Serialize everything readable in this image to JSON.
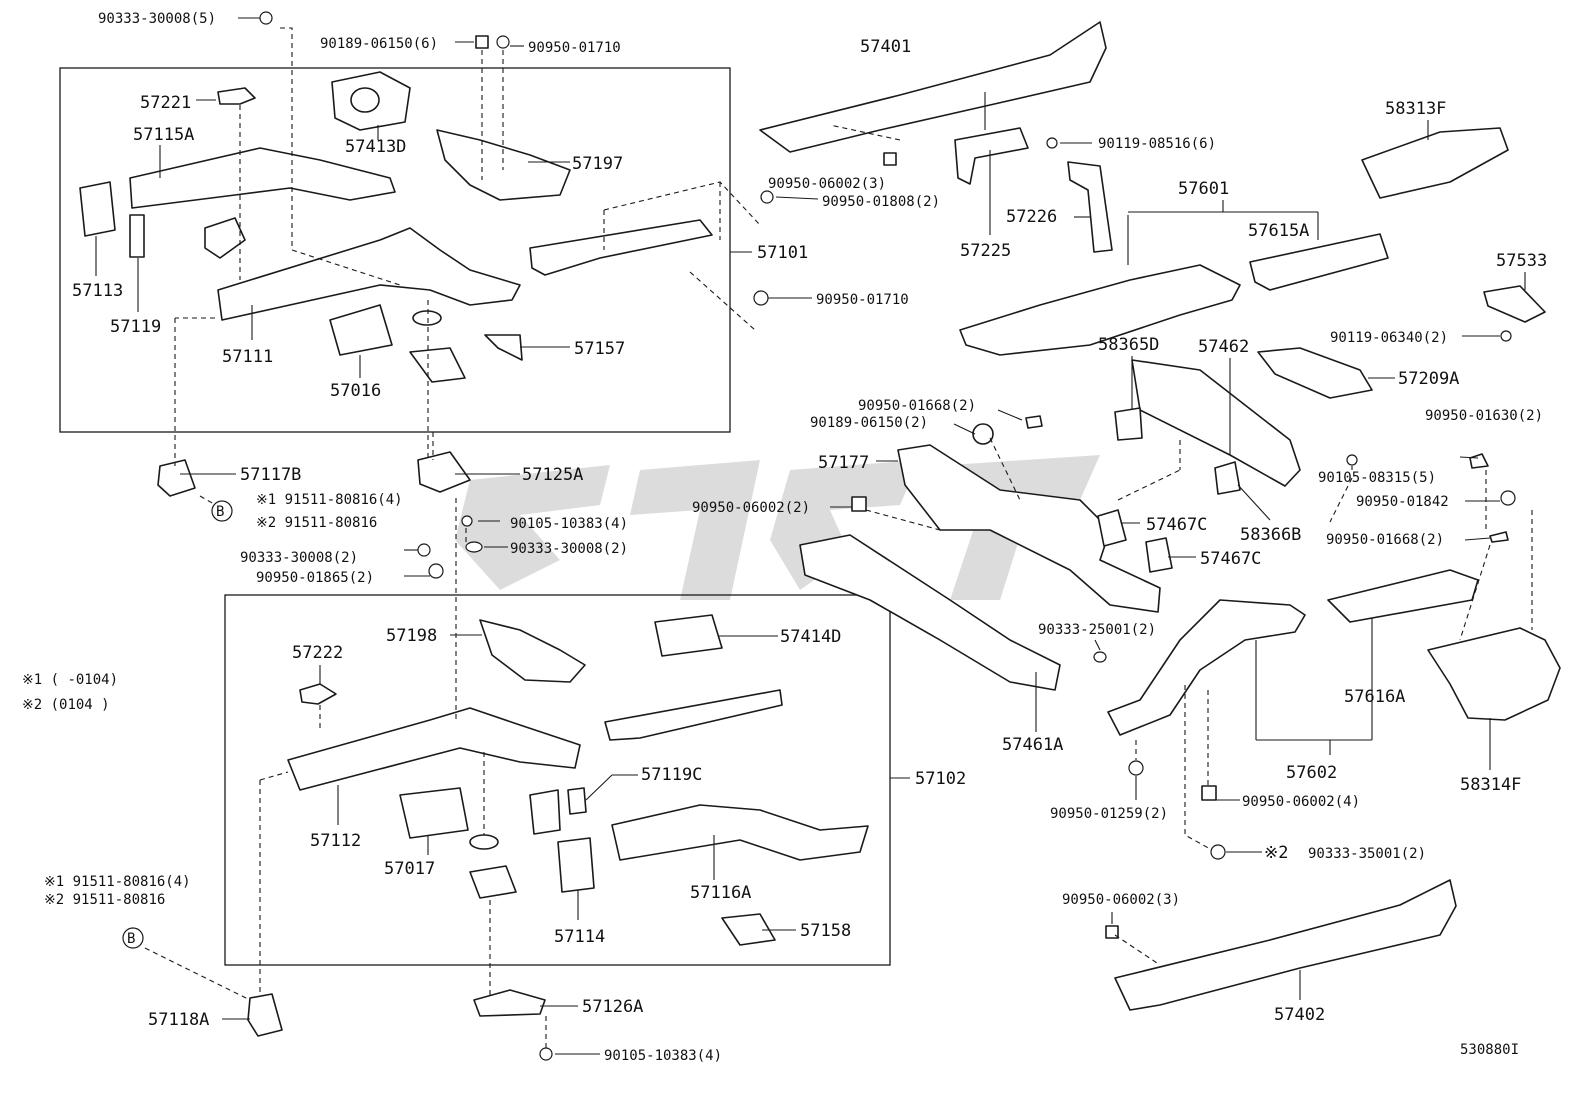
{
  "diagram_code": "530880I",
  "legend": {
    "note1": "※1 (     -0104)",
    "note2": "※2 (0104      )"
  },
  "parts": {
    "p57101": "57101",
    "p57102": "57102",
    "p57221": "57221",
    "p57115A": "57115A",
    "p57413D": "57413D",
    "p57197": "57197",
    "p57113": "57113",
    "p57119": "57119",
    "p57111": "57111",
    "p57016": "57016",
    "p57157": "57157",
    "p57117B": "57117B",
    "p57125A": "57125A",
    "p57222": "57222",
    "p57198": "57198",
    "p57414D": "57414D",
    "p57119C": "57119C",
    "p57112": "57112",
    "p57017": "57017",
    "p57116A": "57116A",
    "p57114": "57114",
    "p57158": "57158",
    "p57118A": "57118A",
    "p57126A": "57126A",
    "p57401": "57401",
    "p57225": "57225",
    "p57226": "57226",
    "p57601": "57601",
    "p57615A": "57615A",
    "p58313F": "58313F",
    "p57533": "57533",
    "p58365D": "58365D",
    "p57462": "57462",
    "p57209A": "57209A",
    "p57177": "57177",
    "p57467C_1": "57467C",
    "p57467C_2": "57467C",
    "p58366B": "58366B",
    "p57461A": "57461A",
    "p57616A": "57616A",
    "p57602": "57602",
    "p58314F": "58314F",
    "p57402": "57402"
  },
  "fasteners": {
    "f1": "90333-30008(5)",
    "f2": "90189-06150(6)",
    "f3": "90950-01710",
    "f4": "90950-06002(3)",
    "f5": "90950-01808(2)",
    "f6": "90950-01710",
    "f7": "90119-08516(6)",
    "f8": "90119-06340(2)",
    "f9": "90950-01668(2)",
    "f10": "90189-06150(2)",
    "f11": "90950-01630(2)",
    "f12": "90105-08315(5)",
    "f13": "90950-01842",
    "f14": "90950-01668(2)",
    "f15": "90950-06002(2)",
    "f16": "90105-10383(4)",
    "f17": "90333-30008(2)",
    "f18": "90333-30008(2)",
    "f19": "90950-01865(2)",
    "f20": "90333-25001(2)",
    "f21": "90950-01259(2)",
    "f22": "90950-06002(4)",
    "f23": "90333-35001(2)",
    "f24": "90950-06002(3)",
    "f25": "90105-10383(4)"
  },
  "refs": {
    "r1a": "※1 91511-80816(4)",
    "r1b": "※2 91511-80816",
    "r2a": "※1 91511-80816(4)",
    "r2b": "※2 91511-80816",
    "r3": "※2",
    "circleB": "B"
  }
}
